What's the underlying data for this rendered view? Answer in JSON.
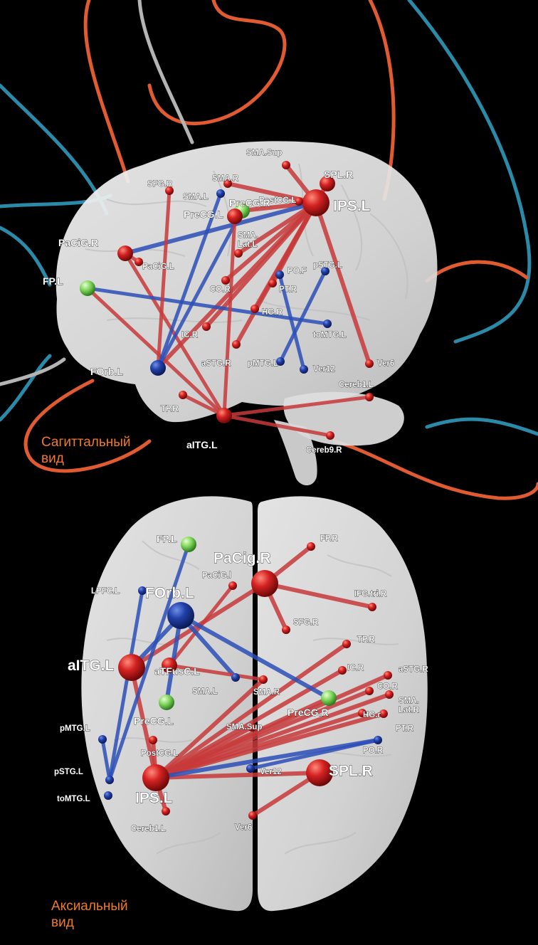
{
  "views": [
    {
      "id": "sagittal",
      "caption_lines": [
        "Сагиттальный",
        "вид"
      ]
    },
    {
      "id": "axial",
      "caption_lines": [
        "Аксиальный",
        "вид"
      ]
    }
  ],
  "colors": {
    "background": "#000000",
    "brain": "#e9e9e9",
    "red_node": "#c81e1e",
    "blue_node": "#1f3d9c",
    "green_node": "#7fd55a",
    "red_edge": "#c83a3a",
    "blue_edge": "#2d4fb8",
    "tube_orange": "#e05a32",
    "tube_teal": "#2a8aa8",
    "tube_gray": "#b4b4b4",
    "caption": "#f07a2a"
  },
  "sagittal": {
    "nodes": [
      {
        "id": "SMA.Sup",
        "label": "SMA.Sup",
        "color": "red",
        "size": "s"
      },
      {
        "id": "SPL.R",
        "label": "SPL.R",
        "color": "red",
        "size": "m"
      },
      {
        "id": "IPS.L",
        "label": "IPS.L",
        "color": "red",
        "size": "b"
      },
      {
        "id": "SMA.R",
        "label": "SMA.R",
        "color": "red",
        "size": "s"
      },
      {
        "id": "SFG.R",
        "label": "SFG.R",
        "color": "red",
        "size": "s"
      },
      {
        "id": "SMA.L",
        "label": "SMA.L",
        "color": "blue",
        "size": "s"
      },
      {
        "id": "PostCG.L",
        "label": "PostCG.L",
        "color": "red",
        "size": "s"
      },
      {
        "id": "PreCG.R",
        "label": "PreCG.R",
        "color": "green",
        "size": "m"
      },
      {
        "id": "PreCG.L",
        "label": "PreCG.L",
        "color": "red",
        "size": "m"
      },
      {
        "id": "SMA.Lat.L",
        "label": "SMA.\nLat.L",
        "color": "red",
        "size": "s"
      },
      {
        "id": "PaCiG.R",
        "label": "PaCiG.R",
        "color": "red",
        "size": "m"
      },
      {
        "id": "PaCiG.L",
        "label": "PaCiG.L",
        "color": "red",
        "size": "s"
      },
      {
        "id": "PO.R",
        "label": "PO.F",
        "color": "blue",
        "size": "s"
      },
      {
        "id": "CO.R",
        "label": "CO.R",
        "color": "red",
        "size": "s"
      },
      {
        "id": "PT.R",
        "label": "PT.R",
        "color": "red",
        "size": "s"
      },
      {
        "id": "pSTG.L",
        "label": "pSTG.L",
        "color": "blue",
        "size": "s"
      },
      {
        "id": "FP.L",
        "label": "FP.L",
        "color": "green",
        "size": "m"
      },
      {
        "id": "HG.R",
        "label": "HG.R",
        "color": "red",
        "size": "s"
      },
      {
        "id": "IC.R",
        "label": "IC.R",
        "color": "red",
        "size": "s"
      },
      {
        "id": "toMTG.L",
        "label": "toMTG.L",
        "color": "blue",
        "size": "s"
      },
      {
        "id": "aSTG.R",
        "label": "aSTG.R",
        "color": "red",
        "size": "s"
      },
      {
        "id": "pMTG.L",
        "label": "pMTG.L",
        "color": "blue",
        "size": "s"
      },
      {
        "id": "Ver12",
        "label": "Ver12",
        "color": "blue",
        "size": "s"
      },
      {
        "id": "Ver6",
        "label": "Ver6",
        "color": "red",
        "size": "s"
      },
      {
        "id": "FOrb.L",
        "label": "FOrb.L",
        "color": "blue",
        "size": "m"
      },
      {
        "id": "Cereb1.L",
        "label": "Cereb1.L",
        "color": "red",
        "size": "s"
      },
      {
        "id": "TP.R",
        "label": "TP.R",
        "color": "red",
        "size": "s"
      },
      {
        "id": "aITG.L",
        "label": "aITG.L",
        "color": "red",
        "size": "m"
      },
      {
        "id": "Cereb9.R",
        "label": "Cereb9.R",
        "color": "red",
        "size": "s"
      }
    ],
    "edges": [
      {
        "from": "IPS.L",
        "to": "SMA.Sup",
        "color": "red"
      },
      {
        "from": "IPS.L",
        "to": "SPL.R",
        "color": "red"
      },
      {
        "from": "IPS.L",
        "to": "SMA.R",
        "color": "red"
      },
      {
        "from": "IPS.L",
        "to": "PostCG.L",
        "color": "red"
      },
      {
        "from": "IPS.L",
        "to": "PreCG.R",
        "color": "red"
      },
      {
        "from": "IPS.L",
        "to": "SMA.Lat.L",
        "color": "red"
      },
      {
        "from": "IPS.L",
        "to": "CO.R",
        "color": "red"
      },
      {
        "from": "IPS.L",
        "to": "PT.R",
        "color": "red"
      },
      {
        "from": "IPS.L",
        "to": "HG.R",
        "color": "red"
      },
      {
        "from": "IPS.L",
        "to": "IC.R",
        "color": "red"
      },
      {
        "from": "IPS.L",
        "to": "aSTG.R",
        "color": "red"
      },
      {
        "from": "IPS.L",
        "to": "Ver6",
        "color": "red"
      },
      {
        "from": "IPS.L",
        "to": "FOrb.L",
        "color": "red"
      },
      {
        "from": "IPS.L",
        "to": "PaCiG.R",
        "color": "blue"
      },
      {
        "from": "PaCiG.R",
        "to": "PaCiG.L",
        "color": "red"
      },
      {
        "from": "PaCiG.R",
        "to": "aITG.L",
        "color": "red"
      },
      {
        "from": "FP.L",
        "to": "aITG.L",
        "color": "red"
      },
      {
        "from": "FP.L",
        "to": "toMTG.L",
        "color": "blue"
      },
      {
        "from": "SFG.R",
        "to": "FOrb.L",
        "color": "red"
      },
      {
        "from": "SMA.L",
        "to": "FOrb.L",
        "color": "blue"
      },
      {
        "from": "PreCG.R",
        "to": "FOrb.L",
        "color": "blue"
      },
      {
        "from": "PreCG.L",
        "to": "aITG.L",
        "color": "red"
      },
      {
        "from": "PO.R",
        "to": "Ver12",
        "color": "blue"
      },
      {
        "from": "pSTG.L",
        "to": "pMTG.L",
        "color": "blue"
      },
      {
        "from": "aITG.L",
        "to": "Cereb1.L",
        "color": "red"
      },
      {
        "from": "aITG.L",
        "to": "TP.R",
        "color": "red"
      },
      {
        "from": "aITG.L",
        "to": "Cereb9.R",
        "color": "red"
      }
    ]
  },
  "axial": {
    "nodes": [
      {
        "id": "FP.L",
        "label": "FP.L",
        "color": "green",
        "size": "m"
      },
      {
        "id": "FP.R",
        "label": "FP.R",
        "color": "red",
        "size": "s"
      },
      {
        "id": "PaCiG.R",
        "label": "PaCig.R",
        "color": "red",
        "size": "b"
      },
      {
        "id": "PaCiG.L",
        "label": "PaCiG.l",
        "color": "red",
        "size": "s"
      },
      {
        "id": "LPFC.L",
        "label": "LPFC.L",
        "color": "blue",
        "size": "s"
      },
      {
        "id": "FOrb.L",
        "label": "FOrb.L",
        "color": "blue",
        "size": "b"
      },
      {
        "id": "IFG.tri.R",
        "label": "IFG.tri.R",
        "color": "red",
        "size": "s"
      },
      {
        "id": "SFG.R",
        "label": "SFG.R",
        "color": "red",
        "size": "s"
      },
      {
        "id": "TP.R",
        "label": "TP.R",
        "color": "red",
        "size": "s"
      },
      {
        "id": "aITG.L",
        "label": "aITG.L",
        "color": "red",
        "size": "b"
      },
      {
        "id": "aTFusC.L",
        "label": "aTFusC.L",
        "color": "red",
        "size": "m"
      },
      {
        "id": "IC.R",
        "label": "IC.R",
        "color": "red",
        "size": "s"
      },
      {
        "id": "aSTG.R",
        "label": "aSTG.R",
        "color": "red",
        "size": "s"
      },
      {
        "id": "SMA.L",
        "label": "SMA.L",
        "color": "blue",
        "size": "s"
      },
      {
        "id": "SMA.R",
        "label": "SMA.R",
        "color": "red",
        "size": "s"
      },
      {
        "id": "CO.R",
        "label": "CO.R",
        "color": "red",
        "size": "s"
      },
      {
        "id": "SMA.Lat.R",
        "label": "SMA.\nLat.R",
        "color": "red",
        "size": "s"
      },
      {
        "id": "PreCG.L",
        "label": "PreCG.L",
        "color": "green",
        "size": "m"
      },
      {
        "id": "PreCG.R",
        "label": "PreCG.R",
        "color": "green",
        "size": "m"
      },
      {
        "id": "HG.R",
        "label": "HG.r",
        "color": "red",
        "size": "s"
      },
      {
        "id": "PT.R",
        "label": "PT.R",
        "color": "red",
        "size": "s"
      },
      {
        "id": "SMA.Sup",
        "label": "SMA.Sup",
        "color": "red",
        "size": "s"
      },
      {
        "id": "pMTG.L",
        "label": "pMTG.L",
        "color": "blue",
        "size": "s"
      },
      {
        "id": "PostCG.L",
        "label": "PostCG.L",
        "color": "red",
        "size": "s"
      },
      {
        "id": "PO.R",
        "label": "PO.R",
        "color": "blue",
        "size": "s"
      },
      {
        "id": "Ver12",
        "label": "Ver12",
        "color": "blue",
        "size": "s"
      },
      {
        "id": "pSTG.L",
        "label": "pSTG.L",
        "color": "blue",
        "size": "s"
      },
      {
        "id": "SPL.R",
        "label": "SPL.R",
        "color": "red",
        "size": "b"
      },
      {
        "id": "IPS.L",
        "label": "IPS.L",
        "color": "red",
        "size": "b"
      },
      {
        "id": "toMTG.L",
        "label": "toMTG.L",
        "color": "blue",
        "size": "s"
      },
      {
        "id": "Cereb1.L",
        "label": "Cereb1.L",
        "color": "red",
        "size": "s"
      },
      {
        "id": "Ver6",
        "label": "Ver6",
        "color": "red",
        "size": "s"
      }
    ],
    "edges": [
      {
        "from": "IPS.L",
        "to": "TP.R",
        "color": "red"
      },
      {
        "from": "IPS.L",
        "to": "IC.R",
        "color": "red"
      },
      {
        "from": "IPS.L",
        "to": "aSTG.R",
        "color": "red"
      },
      {
        "from": "IPS.L",
        "to": "CO.R",
        "color": "red"
      },
      {
        "from": "IPS.L",
        "to": "SMA.Lat.R",
        "color": "red"
      },
      {
        "from": "IPS.L",
        "to": "HG.R",
        "color": "red"
      },
      {
        "from": "IPS.L",
        "to": "PT.R",
        "color": "red"
      },
      {
        "from": "IPS.L",
        "to": "SMA.R",
        "color": "red"
      },
      {
        "from": "IPS.L",
        "to": "SMA.Sup",
        "color": "red"
      },
      {
        "from": "IPS.L",
        "to": "SPL.R",
        "color": "red"
      },
      {
        "from": "IPS.L",
        "to": "PreCG.R",
        "color": "red"
      },
      {
        "from": "IPS.L",
        "to": "PostCG.L",
        "color": "red"
      },
      {
        "from": "IPS.L",
        "to": "aITG.L",
        "color": "red"
      },
      {
        "from": "IPS.L",
        "to": "Cereb1.L",
        "color": "red"
      },
      {
        "from": "IPS.L",
        "to": "PO.R",
        "color": "blue"
      },
      {
        "from": "PaCiG.R",
        "to": "FP.R",
        "color": "red"
      },
      {
        "from": "PaCiG.R",
        "to": "IFG.tri.R",
        "color": "red"
      },
      {
        "from": "PaCiG.R",
        "to": "SFG.R",
        "color": "red"
      },
      {
        "from": "PaCiG.R",
        "to": "aITG.L",
        "color": "red"
      },
      {
        "from": "PaCiG.L",
        "to": "aTFusC.L",
        "color": "red"
      },
      {
        "from": "FOrb.L",
        "to": "PreCG.R",
        "color": "blue"
      },
      {
        "from": "FOrb.L",
        "to": "SMA.L",
        "color": "blue"
      },
      {
        "from": "FOrb.L",
        "to": "PreCG.L",
        "color": "blue"
      },
      {
        "from": "FOrb.L",
        "to": "aITG.L",
        "color": "blue"
      },
      {
        "from": "FP.L",
        "to": "pSTG.L",
        "color": "blue"
      },
      {
        "from": "LPFC.L",
        "to": "pSTG.L",
        "color": "blue"
      },
      {
        "from": "pMTG.L",
        "to": "pSTG.L",
        "color": "blue"
      },
      {
        "from": "aTFusC.L",
        "to": "SMA.R",
        "color": "red"
      },
      {
        "from": "SPL.R",
        "to": "Ver6",
        "color": "red"
      },
      {
        "from": "Ver12",
        "to": "PO.R",
        "color": "blue"
      }
    ]
  }
}
